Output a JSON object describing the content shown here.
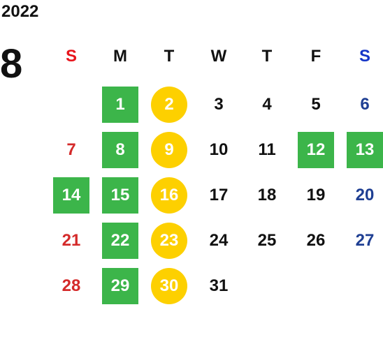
{
  "calendar": {
    "year": "2022",
    "month": "8",
    "weekdays": [
      {
        "label": "S",
        "color": "#e8141b"
      },
      {
        "label": "M",
        "color": "#111111"
      },
      {
        "label": "T",
        "color": "#111111"
      },
      {
        "label": "W",
        "color": "#111111"
      },
      {
        "label": "T",
        "color": "#111111"
      },
      {
        "label": "F",
        "color": "#111111"
      },
      {
        "label": "S",
        "color": "#1535c7"
      }
    ],
    "colors": {
      "green_marker": "#3cb54a",
      "yellow_marker": "#fdd000",
      "sunday_text": "#d42a2a",
      "saturday_text": "#1f3f93",
      "weekday_text": "#111111"
    },
    "days": [
      {
        "day": "1",
        "marker": "green-square"
      },
      {
        "day": "2",
        "marker": "yellow-circle"
      },
      {
        "day": "3",
        "marker": "none"
      },
      {
        "day": "4",
        "marker": "none"
      },
      {
        "day": "5",
        "marker": "none"
      },
      {
        "day": "6",
        "marker": "none"
      },
      {
        "day": "7",
        "marker": "none"
      },
      {
        "day": "8",
        "marker": "green-square"
      },
      {
        "day": "9",
        "marker": "yellow-circle"
      },
      {
        "day": "10",
        "marker": "none"
      },
      {
        "day": "11",
        "marker": "none"
      },
      {
        "day": "12",
        "marker": "green-square"
      },
      {
        "day": "13",
        "marker": "green-square"
      },
      {
        "day": "14",
        "marker": "green-square"
      },
      {
        "day": "15",
        "marker": "green-square"
      },
      {
        "day": "16",
        "marker": "yellow-circle"
      },
      {
        "day": "17",
        "marker": "none"
      },
      {
        "day": "18",
        "marker": "none"
      },
      {
        "day": "19",
        "marker": "none"
      },
      {
        "day": "20",
        "marker": "none"
      },
      {
        "day": "21",
        "marker": "none"
      },
      {
        "day": "22",
        "marker": "green-square"
      },
      {
        "day": "23",
        "marker": "yellow-circle"
      },
      {
        "day": "24",
        "marker": "none"
      },
      {
        "day": "25",
        "marker": "none"
      },
      {
        "day": "26",
        "marker": "none"
      },
      {
        "day": "27",
        "marker": "none"
      },
      {
        "day": "28",
        "marker": "none"
      },
      {
        "day": "29",
        "marker": "green-square"
      },
      {
        "day": "30",
        "marker": "yellow-circle"
      },
      {
        "day": "31",
        "marker": "none"
      }
    ]
  }
}
